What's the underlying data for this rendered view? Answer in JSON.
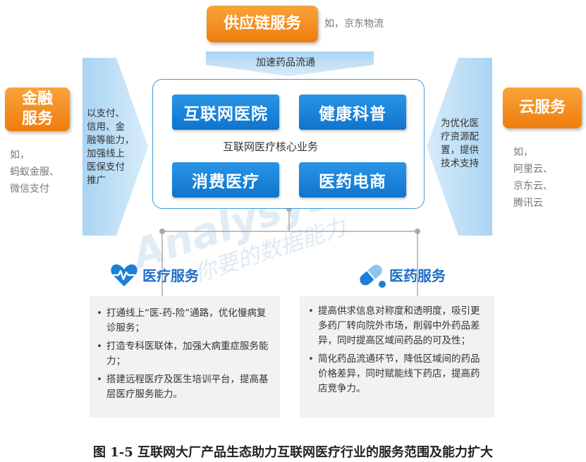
{
  "top": {
    "title": "供应链服务",
    "example": "如，京东物流",
    "arrow_text": "加速药品流通"
  },
  "left": {
    "title_line1": "金融",
    "title_line2": "服务",
    "example_lines": [
      "如，",
      "蚂蚁金服、",
      "微信支付"
    ],
    "arrow_lines": [
      "以支付、",
      "信用、金",
      "融等能力，",
      "加强线上",
      "医保支付",
      "推广"
    ]
  },
  "right": {
    "title": "云服务",
    "example_lines": [
      "如，",
      "阿里云、",
      "京东云、",
      "腾讯云"
    ],
    "arrow_lines": [
      "为优化医",
      "疗资源配",
      "置，提供",
      "技术支持"
    ]
  },
  "core": {
    "label": "互联网医疗核心业务",
    "items": [
      "互联网医院",
      "健康科普",
      "消费医疗",
      "医药电商"
    ]
  },
  "medical": {
    "title": "医疗服务",
    "bullets": [
      "打通线上“医-药-险”通路，优化慢病复诊服务；",
      "打造专科医联体，加强大病重症服务能力；",
      "搭建远程医疗及医生培训平台，提高基层医疗服务能力。"
    ]
  },
  "pharma": {
    "title": "医药服务",
    "bullets": [
      "提高供求信息对称度和透明度，吸引更多药厂转向院外市场，削弱中外药品差异，同时提高区域间药品的可及性；",
      "简化药品流通环节，降低区域间的药品价格差异，同时赋能线下药店，提高药店竞争力。"
    ]
  },
  "watermark": {
    "text": "Analysys 易观",
    "sub": "你要的数据能力"
  },
  "caption": "图 1-5 互联网大厂产品生态助力互联网医疗行业的服务范围及能力扩大",
  "colors": {
    "orange": "#f28d1c",
    "blue": "#1a7fd6",
    "arrow": "#b9ddf5",
    "panel_border": "#3c9bd8"
  }
}
